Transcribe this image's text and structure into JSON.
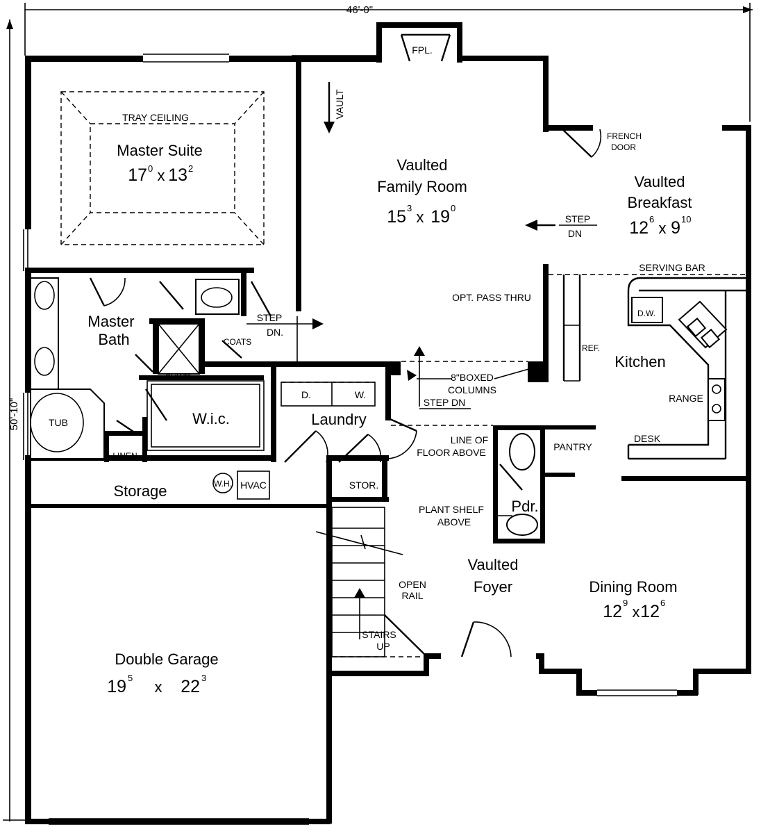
{
  "plan": {
    "dimensions": {
      "width": "46'-0\"",
      "depth": "50'-10\""
    },
    "rooms": {
      "master_suite": {
        "name": "Master Suite",
        "w": "17",
        "w_in": "0",
        "d": "13",
        "d_in": "2"
      },
      "family_room": {
        "name1": "Vaulted",
        "name2": "Family Room",
        "w": "15",
        "w_in": "3",
        "d": "19",
        "d_in": "0"
      },
      "breakfast": {
        "name1": "Vaulted",
        "name2": "Breakfast",
        "w": "12",
        "w_in": "6",
        "d": "9",
        "d_in": "10"
      },
      "master_bath": {
        "name1": "Master",
        "name2": "Bath"
      },
      "wic": "W.i.c.",
      "laundry": "Laundry",
      "kitchen": "Kitchen",
      "storage": "Storage",
      "foyer": {
        "name1": "Vaulted",
        "name2": "Foyer"
      },
      "dining": {
        "name": "Dining Room",
        "w": "12",
        "w_in": "9",
        "d": "12",
        "d_in": "6"
      },
      "garage": {
        "name": "Double Garage",
        "w": "19",
        "w_in": "5",
        "d": "22",
        "d_in": "3"
      },
      "powder": "Pdr."
    },
    "labels": {
      "fireplace": "FPL.",
      "vault": "VAULT",
      "tray_ceiling": "TRAY CEILING",
      "french_door_1": "FRENCH",
      "french_door_2": "DOOR",
      "step_dn_1": "STEP",
      "step_dn_2": "DN",
      "step_dn_master_1": "STEP",
      "step_dn_master_2": "DN.",
      "serving_bar": "SERVING BAR",
      "opt_pass_thru": "OPT. PASS THRU",
      "dw": "D.W.",
      "ref": "REF.",
      "range": "RANGE",
      "desk": "DESK",
      "pantry": "PANTRY",
      "coats": "COATS",
      "shower": "SHWR.",
      "tub": "TUB",
      "linen": "LINEN",
      "dryer": "D.",
      "washer": "W.",
      "boxed_columns_1": "8\"BOXED",
      "boxed_columns_2": "COLUMNS",
      "step_dn_hall": "STEP DN",
      "line_floor_1": "LINE OF",
      "line_floor_2": "FLOOR ABOVE",
      "plant_shelf_1": "PLANT SHELF",
      "plant_shelf_2": "ABOVE",
      "stor": "STOR.",
      "water_heater": "W.H.",
      "hvac": "HVAC",
      "open_rail_1": "OPEN",
      "open_rail_2": "RAIL",
      "stairs_up_1": "STAIRS",
      "stairs_up_2": "UP"
    }
  }
}
